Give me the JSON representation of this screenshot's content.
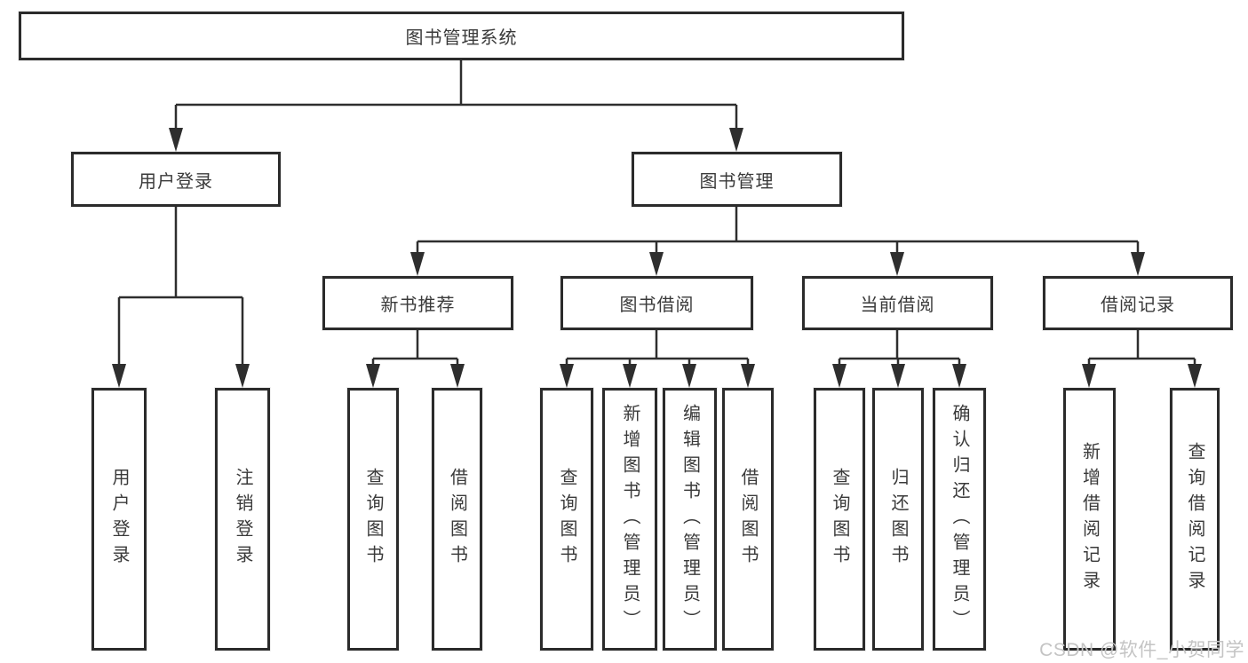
{
  "colors": {
    "line": "#2e2e2e",
    "box_border": "#2b2b2b",
    "text": "#3a3a3a",
    "background": "#ffffff",
    "watermark": "#c4c4c4"
  },
  "watermark": {
    "text": "CSDN @软件_小贺同学"
  },
  "tree": {
    "label": "图书管理系统",
    "children": [
      {
        "label": "用户登录",
        "children": [
          {
            "label": "用户登录"
          },
          {
            "label": "注销登录"
          }
        ]
      },
      {
        "label": "图书管理",
        "children": [
          {
            "label": "新书推荐",
            "children": [
              {
                "label": "查询图书"
              },
              {
                "label": "借阅图书"
              }
            ]
          },
          {
            "label": "图书借阅",
            "children": [
              {
                "label": "查询图书"
              },
              {
                "label": "新增图书（管理员）"
              },
              {
                "label": "编辑图书（管理员）"
              },
              {
                "label": "借阅图书"
              }
            ]
          },
          {
            "label": "当前借阅",
            "children": [
              {
                "label": "查询图书"
              },
              {
                "label": "归还图书"
              },
              {
                "label": "确认归还（管理员）"
              }
            ]
          },
          {
            "label": "借阅记录",
            "children": [
              {
                "label": "新增借阅记录"
              },
              {
                "label": "查询借阅记录"
              }
            ]
          }
        ]
      }
    ]
  }
}
